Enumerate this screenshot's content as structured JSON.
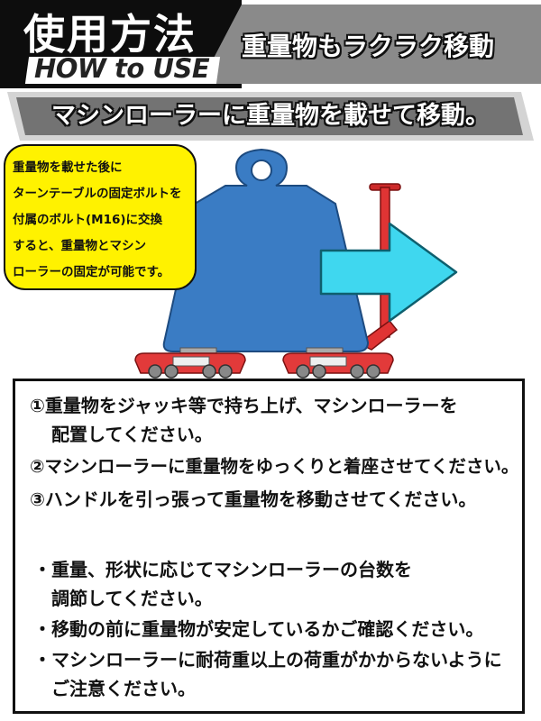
{
  "header": {
    "title_ja": "使用方法",
    "title_en": "HOW to USE",
    "tagline": "重量物もラクラク移動"
  },
  "banner": {
    "text": "マシンローラーに重量物を載せて移動。"
  },
  "note": {
    "lines": [
      "重量物を載せた後に",
      "ターンテーブルの固定ボルトを",
      "付属のボルト(M16)に交換",
      "すると、重量物とマシン",
      "ローラーの固定が可能です。"
    ]
  },
  "instructions": {
    "steps": [
      "①重量物をジャッキ等で持ち上げ、マシンローラーを",
      "配置してください。",
      "②マシンローラーに重量物をゆっくりと着座させてください。",
      "③ハンドルを引っ張って重量物を移動させてください。"
    ],
    "notes": [
      "・重量、形状に応じてマシンローラーの台数を",
      "調節してください。",
      "・移動の前に重量物が安定しているかご確認ください。",
      "・マシンローラーに耐荷重以上の荷重がかからないように",
      "ご注意ください。"
    ]
  },
  "colors": {
    "weight_blue": "#3a7cc4",
    "roller_red": "#e23a3a",
    "arrow_cyan": "#3fd7ef",
    "note_yellow": "#fff200"
  }
}
